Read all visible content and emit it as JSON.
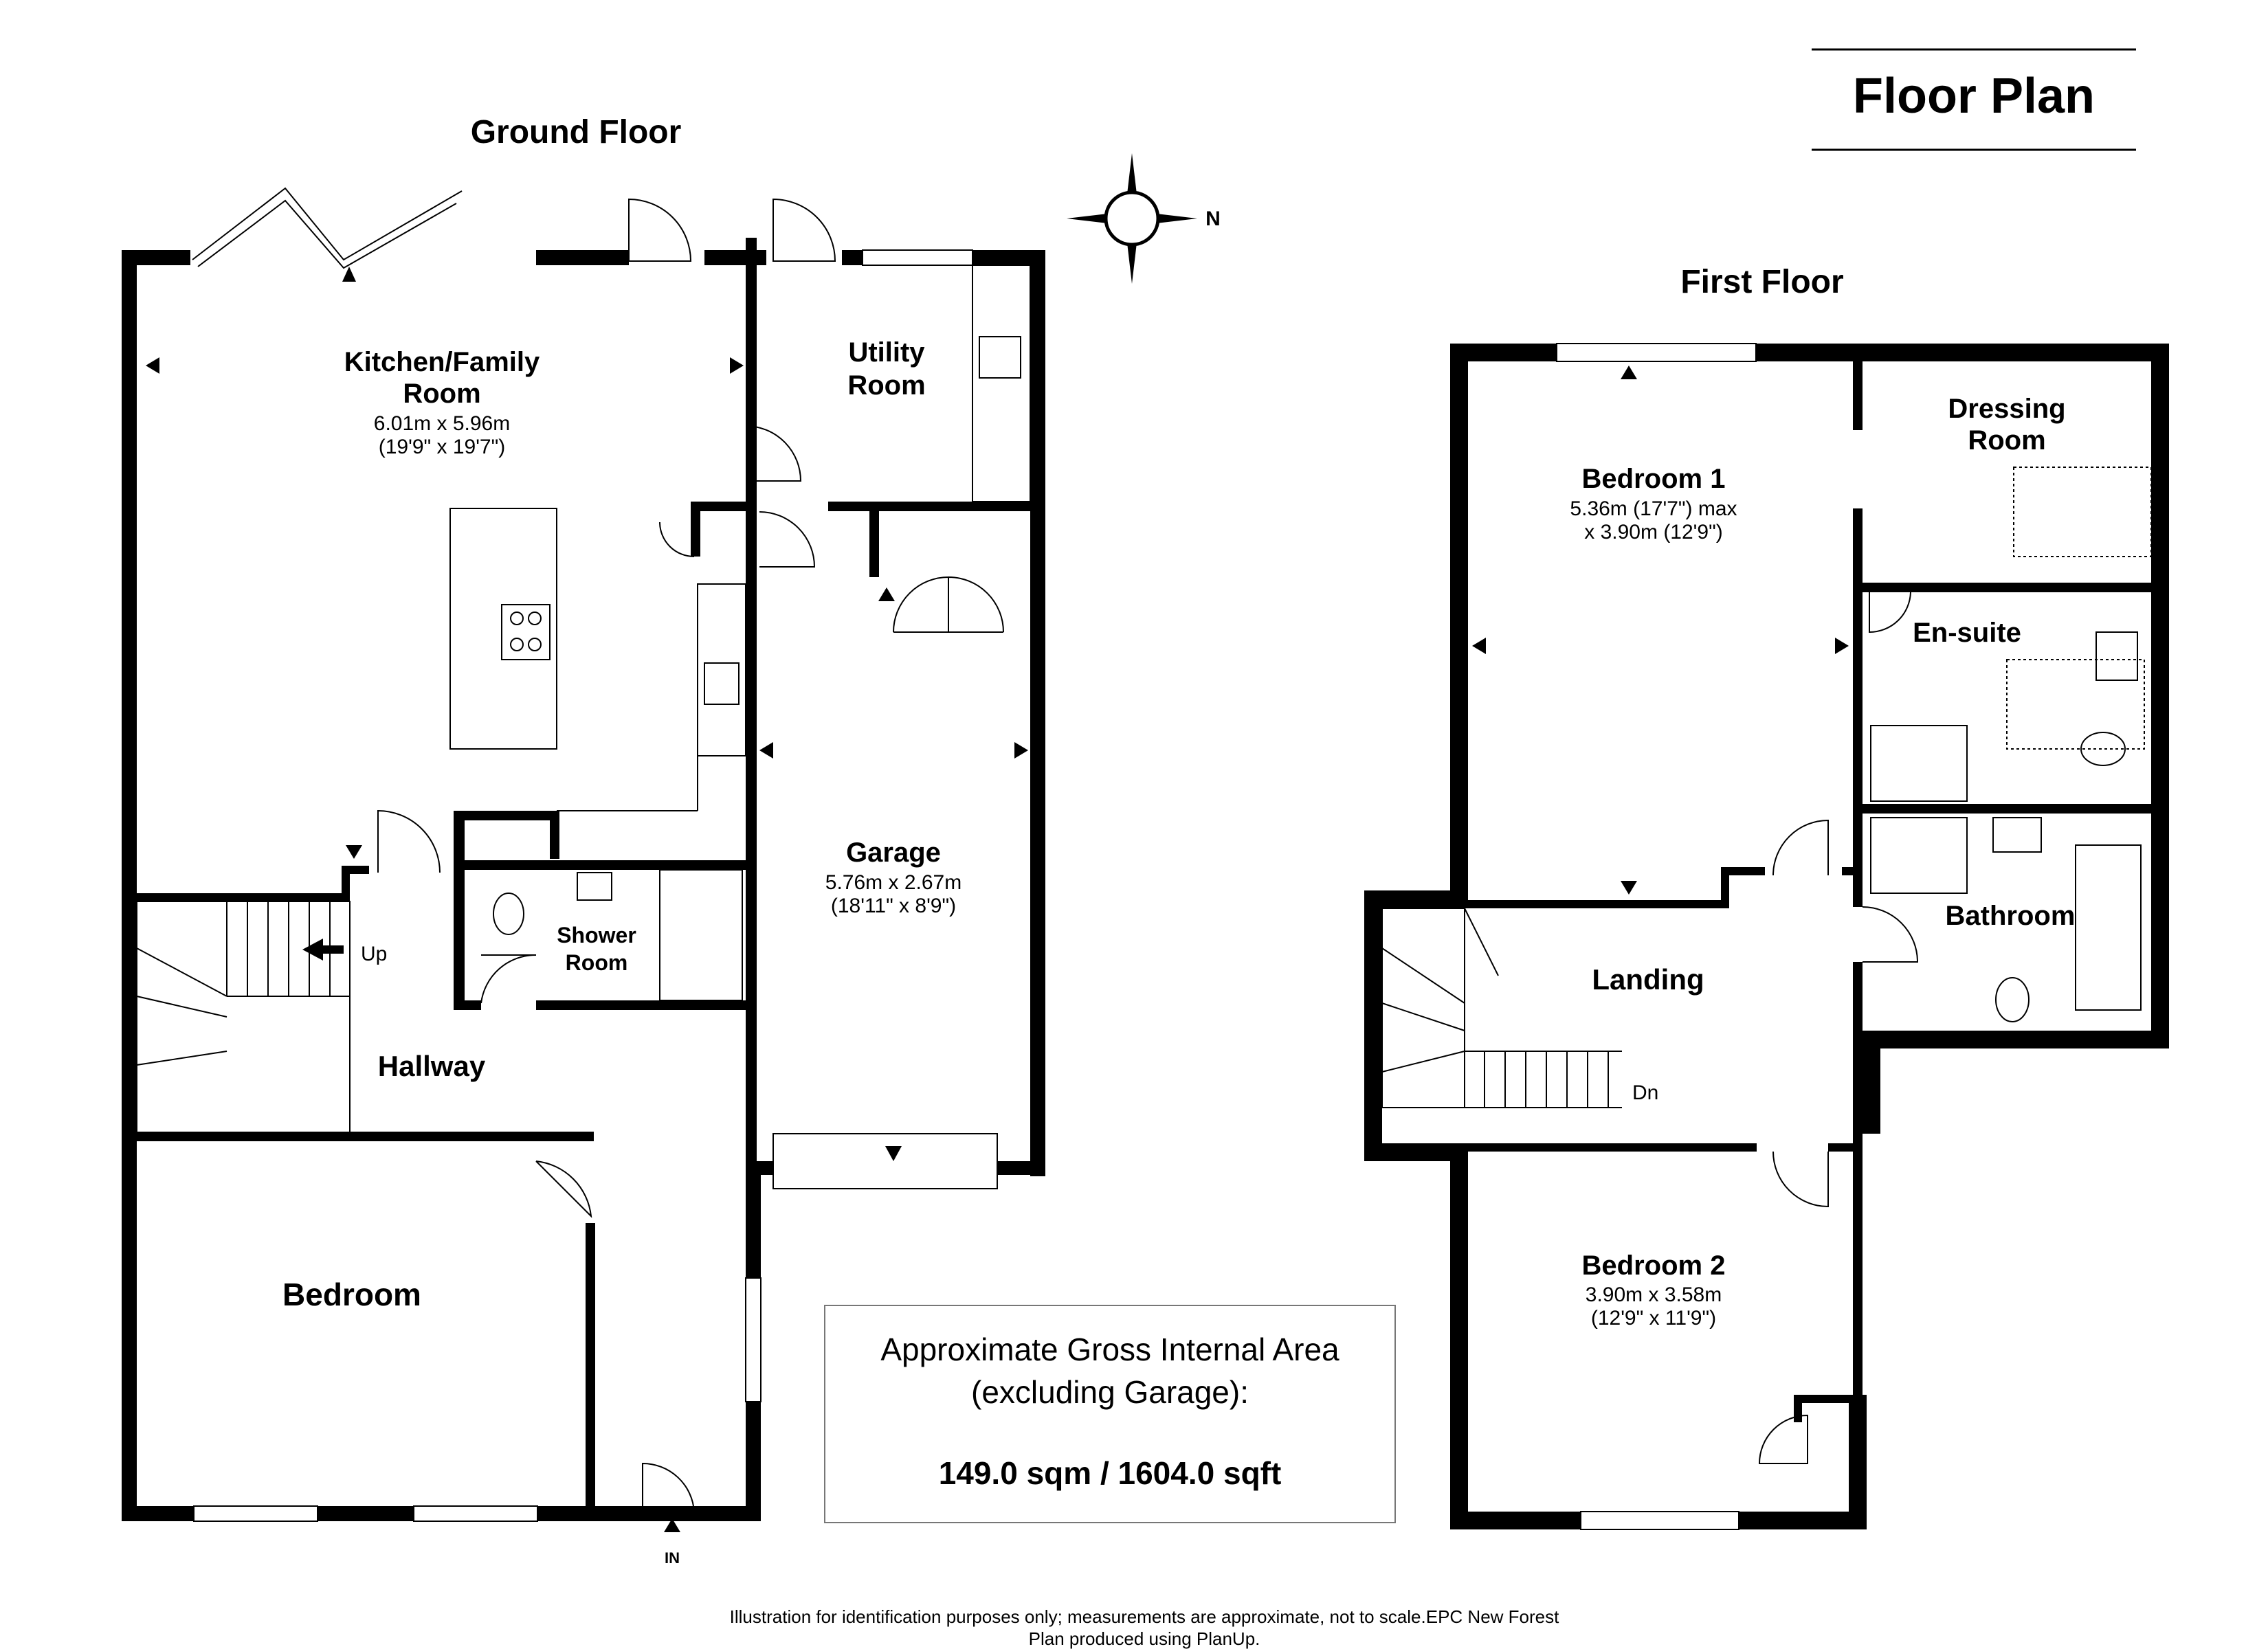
{
  "header": {
    "title": "Floor Plan"
  },
  "ground_floor": {
    "title": "Ground Floor",
    "rooms": {
      "kitchen": {
        "name_line1": "Kitchen/Family",
        "name_line2": "Room",
        "dims_m": "6.01m x 5.96m",
        "dims_ft": "(19'9\" x 19'7\")"
      },
      "utility": {
        "name_line1": "Utility",
        "name_line2": "Room"
      },
      "shower": {
        "name_line1": "Shower",
        "name_line2": "Room"
      },
      "garage": {
        "name": "Garage",
        "dims_m": "5.76m x 2.67m",
        "dims_ft": "(18'11\" x 8'9\")"
      },
      "hallway": {
        "name": "Hallway"
      },
      "bedroom": {
        "name": "Bedroom"
      }
    },
    "stairs_label": "Up",
    "entrance_label": "IN"
  },
  "first_floor": {
    "title": "First Floor",
    "rooms": {
      "bedroom1": {
        "name": "Bedroom 1",
        "dims_line1": "5.36m (17'7\") max",
        "dims_line2": "x 3.90m (12'9\")"
      },
      "dressing": {
        "name_line1": "Dressing",
        "name_line2": "Room"
      },
      "ensuite": {
        "name": "En-suite"
      },
      "bathroom": {
        "name": "Bathroom"
      },
      "landing": {
        "name": "Landing"
      },
      "bedroom2": {
        "name": "Bedroom 2",
        "dims_m": "3.90m x 3.58m",
        "dims_ft": "(12'9\" x 11'9\")"
      }
    },
    "stairs_label": "Dn"
  },
  "compass": {
    "label": "N"
  },
  "area_box": {
    "line1": "Approximate Gross Internal Area",
    "line2": "(excluding Garage):",
    "line3": "149.0 sqm / 1604.0 sqft"
  },
  "footer": {
    "line1": "Illustration for identification purposes only; measurements are approximate, not to scale.EPC New Forest",
    "line2": "Plan produced using PlanUp."
  }
}
